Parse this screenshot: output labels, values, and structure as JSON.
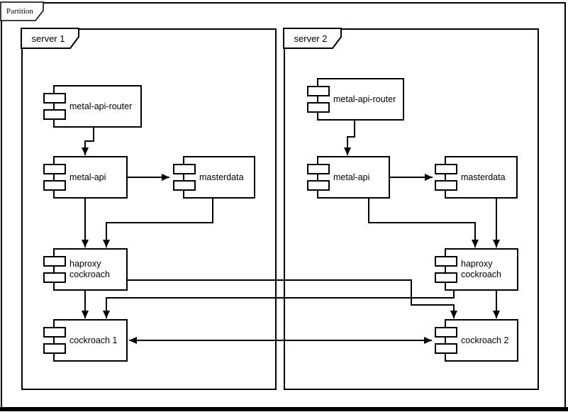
{
  "partition": {
    "label": "Partition"
  },
  "servers": [
    {
      "label": "server 1",
      "components": [
        {
          "label": "metal-api-router"
        },
        {
          "label": "metal-api"
        },
        {
          "label": "masterdata"
        },
        {
          "label": "haproxy cockroach"
        },
        {
          "label": "cockroach 1"
        }
      ]
    },
    {
      "label": "server 2",
      "components": [
        {
          "label": "metal-api-router"
        },
        {
          "label": "metal-api"
        },
        {
          "label": "masterdata"
        },
        {
          "label": "haproxy cockroach"
        },
        {
          "label": "cockroach 2"
        }
      ]
    }
  ],
  "connections": [
    {
      "from": "server 1 / metal-api-router",
      "to": "server 1 / metal-api",
      "type": "arrow"
    },
    {
      "from": "server 1 / metal-api",
      "to": "server 1 / masterdata",
      "type": "arrow"
    },
    {
      "from": "server 1 / metal-api",
      "to": "server 1 / haproxy cockroach",
      "type": "arrow"
    },
    {
      "from": "server 1 / masterdata",
      "to": "server 1 / haproxy cockroach",
      "type": "arrow"
    },
    {
      "from": "server 1 / haproxy cockroach",
      "to": "server 1 / cockroach 1",
      "type": "arrow"
    },
    {
      "from": "server 1 / haproxy cockroach",
      "to": "server 2 / cockroach 2",
      "type": "arrow"
    },
    {
      "from": "server 2 / metal-api-router",
      "to": "server 2 / metal-api",
      "type": "arrow"
    },
    {
      "from": "server 2 / metal-api",
      "to": "server 2 / masterdata",
      "type": "arrow"
    },
    {
      "from": "server 2 / metal-api",
      "to": "server 2 / haproxy cockroach",
      "type": "arrow"
    },
    {
      "from": "server 2 / masterdata",
      "to": "server 2 / haproxy cockroach",
      "type": "arrow"
    },
    {
      "from": "server 2 / haproxy cockroach",
      "to": "server 2 / cockroach 2",
      "type": "arrow"
    },
    {
      "from": "server 2 / haproxy cockroach",
      "to": "server 1 / cockroach 1",
      "type": "arrow"
    },
    {
      "from": "server 1 / cockroach 1",
      "to": "server 2 / cockroach 2",
      "type": "bidirectional-arrow"
    }
  ],
  "colors": {
    "background": "#ffffff",
    "stroke": "#000000"
  }
}
